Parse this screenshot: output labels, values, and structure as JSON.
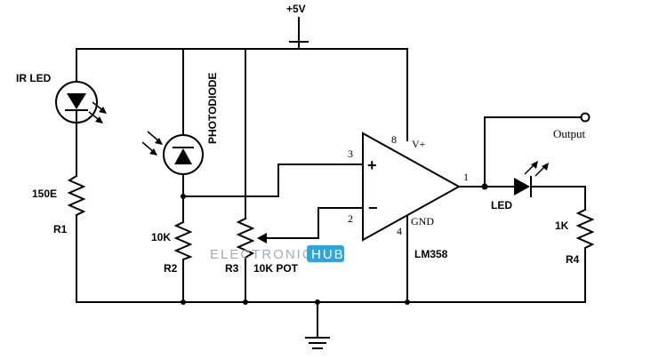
{
  "labels": {
    "supply": "+5V",
    "ir_led": "IR LED",
    "photodiode": "PHOTODIODE",
    "r1_value": "150E",
    "r1": "R1",
    "r2_value": "10K",
    "r2": "R2",
    "r3": "R3",
    "r3_value": "10K POT",
    "ic": "LM358",
    "vplus": "V+",
    "gnd": "GND",
    "pin8": "8",
    "pin3": "3",
    "pin2": "2",
    "pin1": "1",
    "pin4": "4",
    "plus_sign": "+",
    "minus_sign": "−",
    "output": "Output",
    "led": "LED",
    "r4_value": "1K",
    "r4": "R4"
  },
  "watermark": {
    "part1": "ELECTRONICS",
    "part2": "HUB"
  },
  "colors": {
    "wire": "#000000",
    "watermark_text": "#9aa3aa",
    "watermark_badge": "#1e9ad6"
  }
}
